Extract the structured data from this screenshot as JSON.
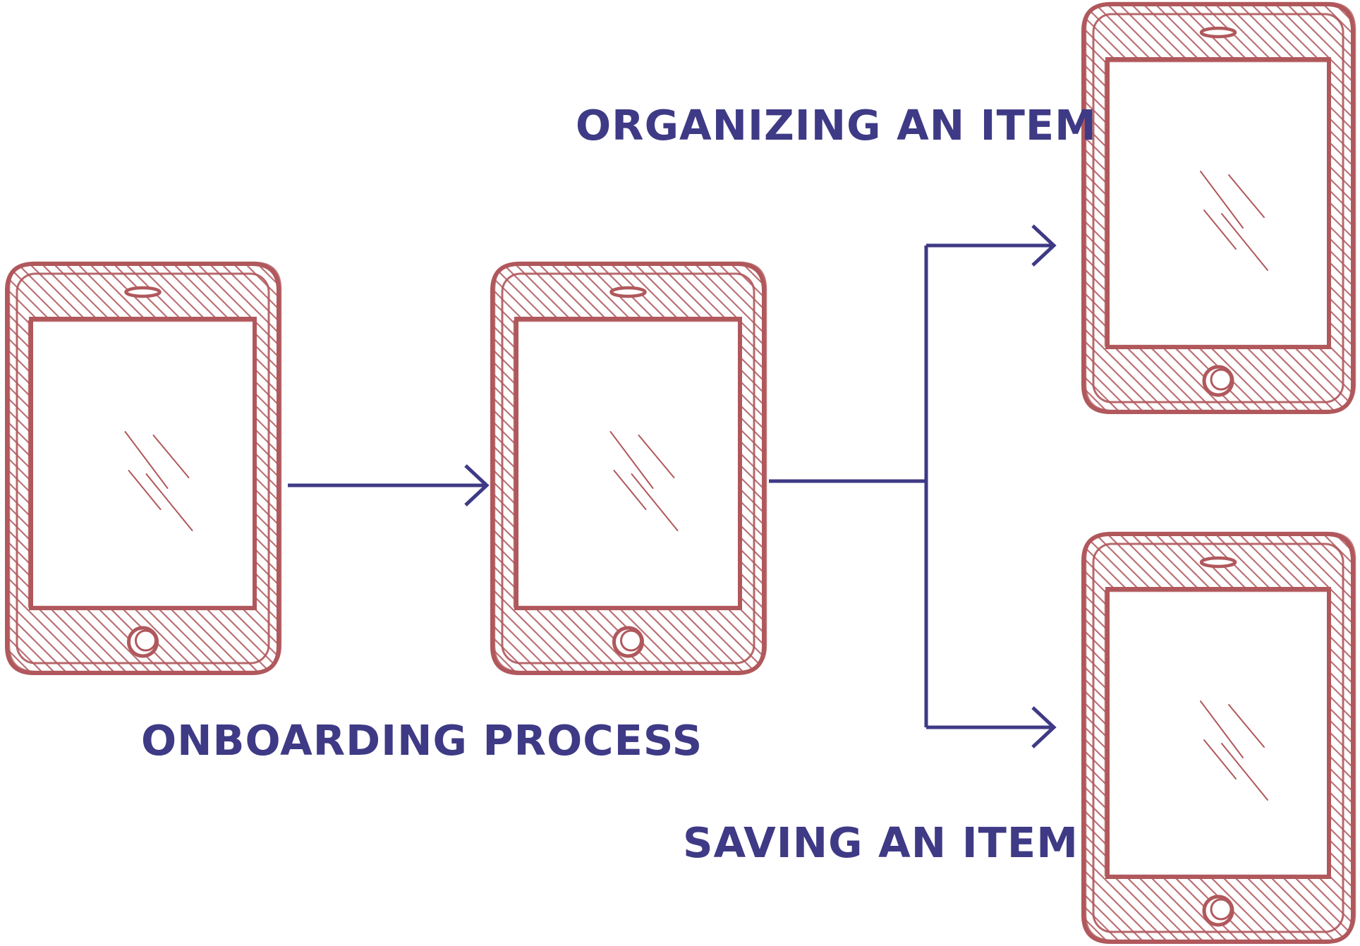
{
  "diagram": {
    "labels": {
      "onboarding": "ONBOARDING PROCESS",
      "organizing": "ORGANIZING AN ITEM",
      "saving": "SAVING AN ITEM"
    },
    "colors": {
      "device_stroke": "#b0585c",
      "connector": "#3e3a85",
      "label_text": "#3e3a85",
      "background": "#ffffff"
    },
    "devices": [
      {
        "name": "phone-sketch-1",
        "icon": "smartphone-sketch-icon"
      },
      {
        "name": "phone-sketch-2",
        "icon": "smartphone-sketch-icon"
      },
      {
        "name": "phone-sketch-3",
        "icon": "smartphone-sketch-icon"
      },
      {
        "name": "phone-sketch-4",
        "icon": "smartphone-sketch-icon"
      }
    ],
    "connectors": [
      {
        "from": "phone-sketch-1",
        "to": "phone-sketch-2"
      },
      {
        "from": "phone-sketch-2",
        "to": "phone-sketch-3"
      },
      {
        "from": "phone-sketch-2",
        "to": "phone-sketch-4"
      }
    ]
  }
}
